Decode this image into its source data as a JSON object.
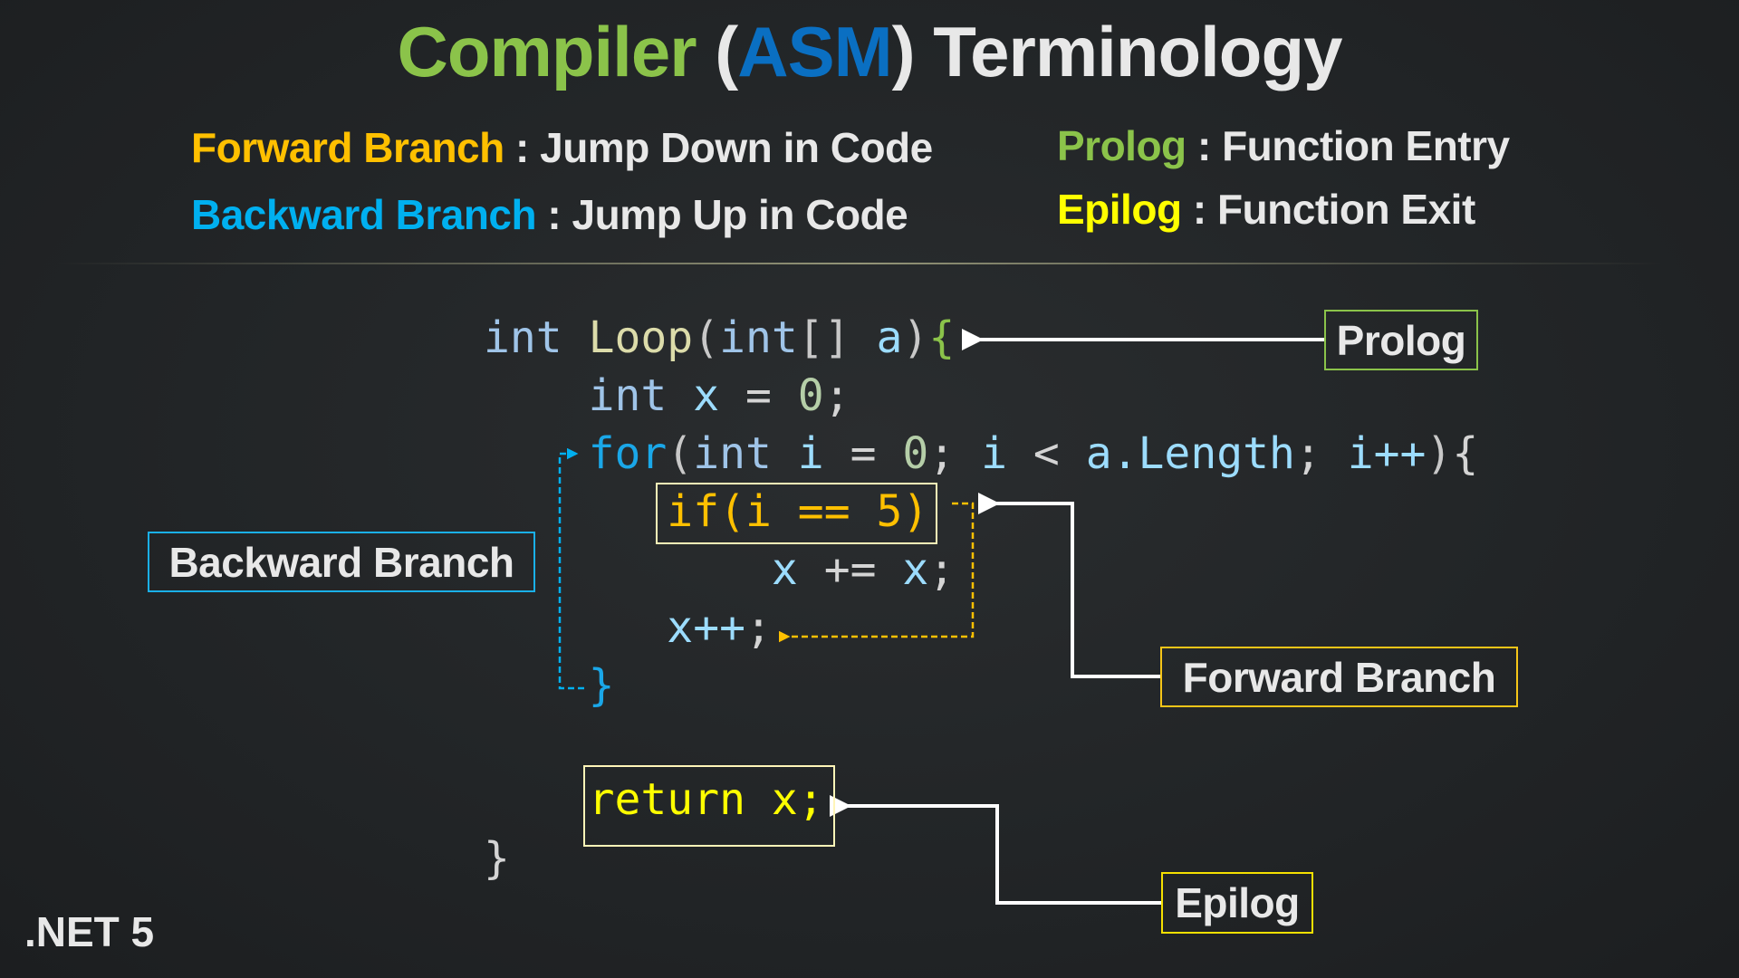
{
  "title": {
    "part1": "Compiler",
    "open": " (",
    "part2": "ASM",
    "close": ")",
    "part3": " Terminology"
  },
  "definitions": {
    "forward": {
      "term": "Forward Branch",
      "sep": " : ",
      "desc": "Jump Down in Code"
    },
    "backward": {
      "term": "Backward Branch",
      "sep": " : ",
      "desc": "Jump Up in Code"
    },
    "prolog": {
      "term": "Prolog",
      "sep": " : ",
      "desc": "Function Entry"
    },
    "epilog": {
      "term": "Epilog",
      "sep": " : ",
      "desc": "Function Exit"
    }
  },
  "colors": {
    "green": "#8bc34a",
    "asm": "#0a6fc2",
    "orange": "#ffc000",
    "blue": "#00b0f0",
    "yellow": "#ffff00",
    "text": "#e8e8e8"
  },
  "code": [
    {
      "indent": 0,
      "tokens": [
        [
          "int ",
          "#9fc4e8"
        ],
        [
          "Loop",
          "#dcdcaa"
        ],
        [
          "(",
          "#c8c8c8"
        ],
        [
          "int",
          "#9fc4e8"
        ],
        [
          "[] ",
          "#c8c8c8"
        ],
        [
          "a",
          "#9cdcfe"
        ],
        [
          ")",
          "#c8c8c8"
        ],
        [
          "{",
          "#8bc34a"
        ]
      ]
    },
    {
      "indent": 4,
      "tokens": [
        [
          "int ",
          "#9fc4e8"
        ],
        [
          "x",
          "#9cdcfe"
        ],
        [
          " = ",
          "#d4d4d4"
        ],
        [
          "0",
          "#b5cea8"
        ],
        [
          ";",
          "#d4d4d4"
        ]
      ]
    },
    {
      "indent": 4,
      "tokens": [
        [
          "for",
          "#1aa7e8"
        ],
        [
          "(",
          "#c8c8c8"
        ],
        [
          "int ",
          "#9fc4e8"
        ],
        [
          "i",
          "#9cdcfe"
        ],
        [
          " = ",
          "#d4d4d4"
        ],
        [
          "0",
          "#b5cea8"
        ],
        [
          "; ",
          "#d4d4d4"
        ],
        [
          "i",
          "#9cdcfe"
        ],
        [
          " < ",
          "#d4d4d4"
        ],
        [
          "a.Length",
          "#9cdcfe"
        ],
        [
          "; ",
          "#d4d4d4"
        ],
        [
          "i++",
          "#9cdcfe"
        ],
        [
          ")",
          "#c8c8c8"
        ],
        [
          "{",
          "#d4d4d4"
        ]
      ]
    },
    {
      "indent": 7,
      "tokens": [
        [
          "if(i == 5)",
          "#ffc000"
        ]
      ]
    },
    {
      "indent": 11,
      "tokens": [
        [
          "x",
          "#9cdcfe"
        ],
        [
          " += ",
          "#d4d4d4"
        ],
        [
          "x",
          "#9cdcfe"
        ],
        [
          ";",
          "#d4d4d4"
        ]
      ]
    },
    {
      "indent": 7,
      "tokens": [
        [
          "x++",
          "#9cdcfe"
        ],
        [
          ";",
          "#d4d4d4"
        ]
      ]
    },
    {
      "indent": 4,
      "tokens": [
        [
          "}",
          "#1aa7e8"
        ]
      ]
    },
    {
      "indent": 4,
      "tokens": [
        [
          "return x;",
          "#ffff00"
        ]
      ],
      "gap": true
    },
    {
      "indent": 0,
      "tokens": [
        [
          "}",
          "#d4d4d4"
        ]
      ]
    }
  ],
  "labels": {
    "prolog": "Prolog",
    "backward": "Backward Branch",
    "forward": "Forward Branch",
    "epilog": "Epilog"
  },
  "footer": ".NET 5"
}
